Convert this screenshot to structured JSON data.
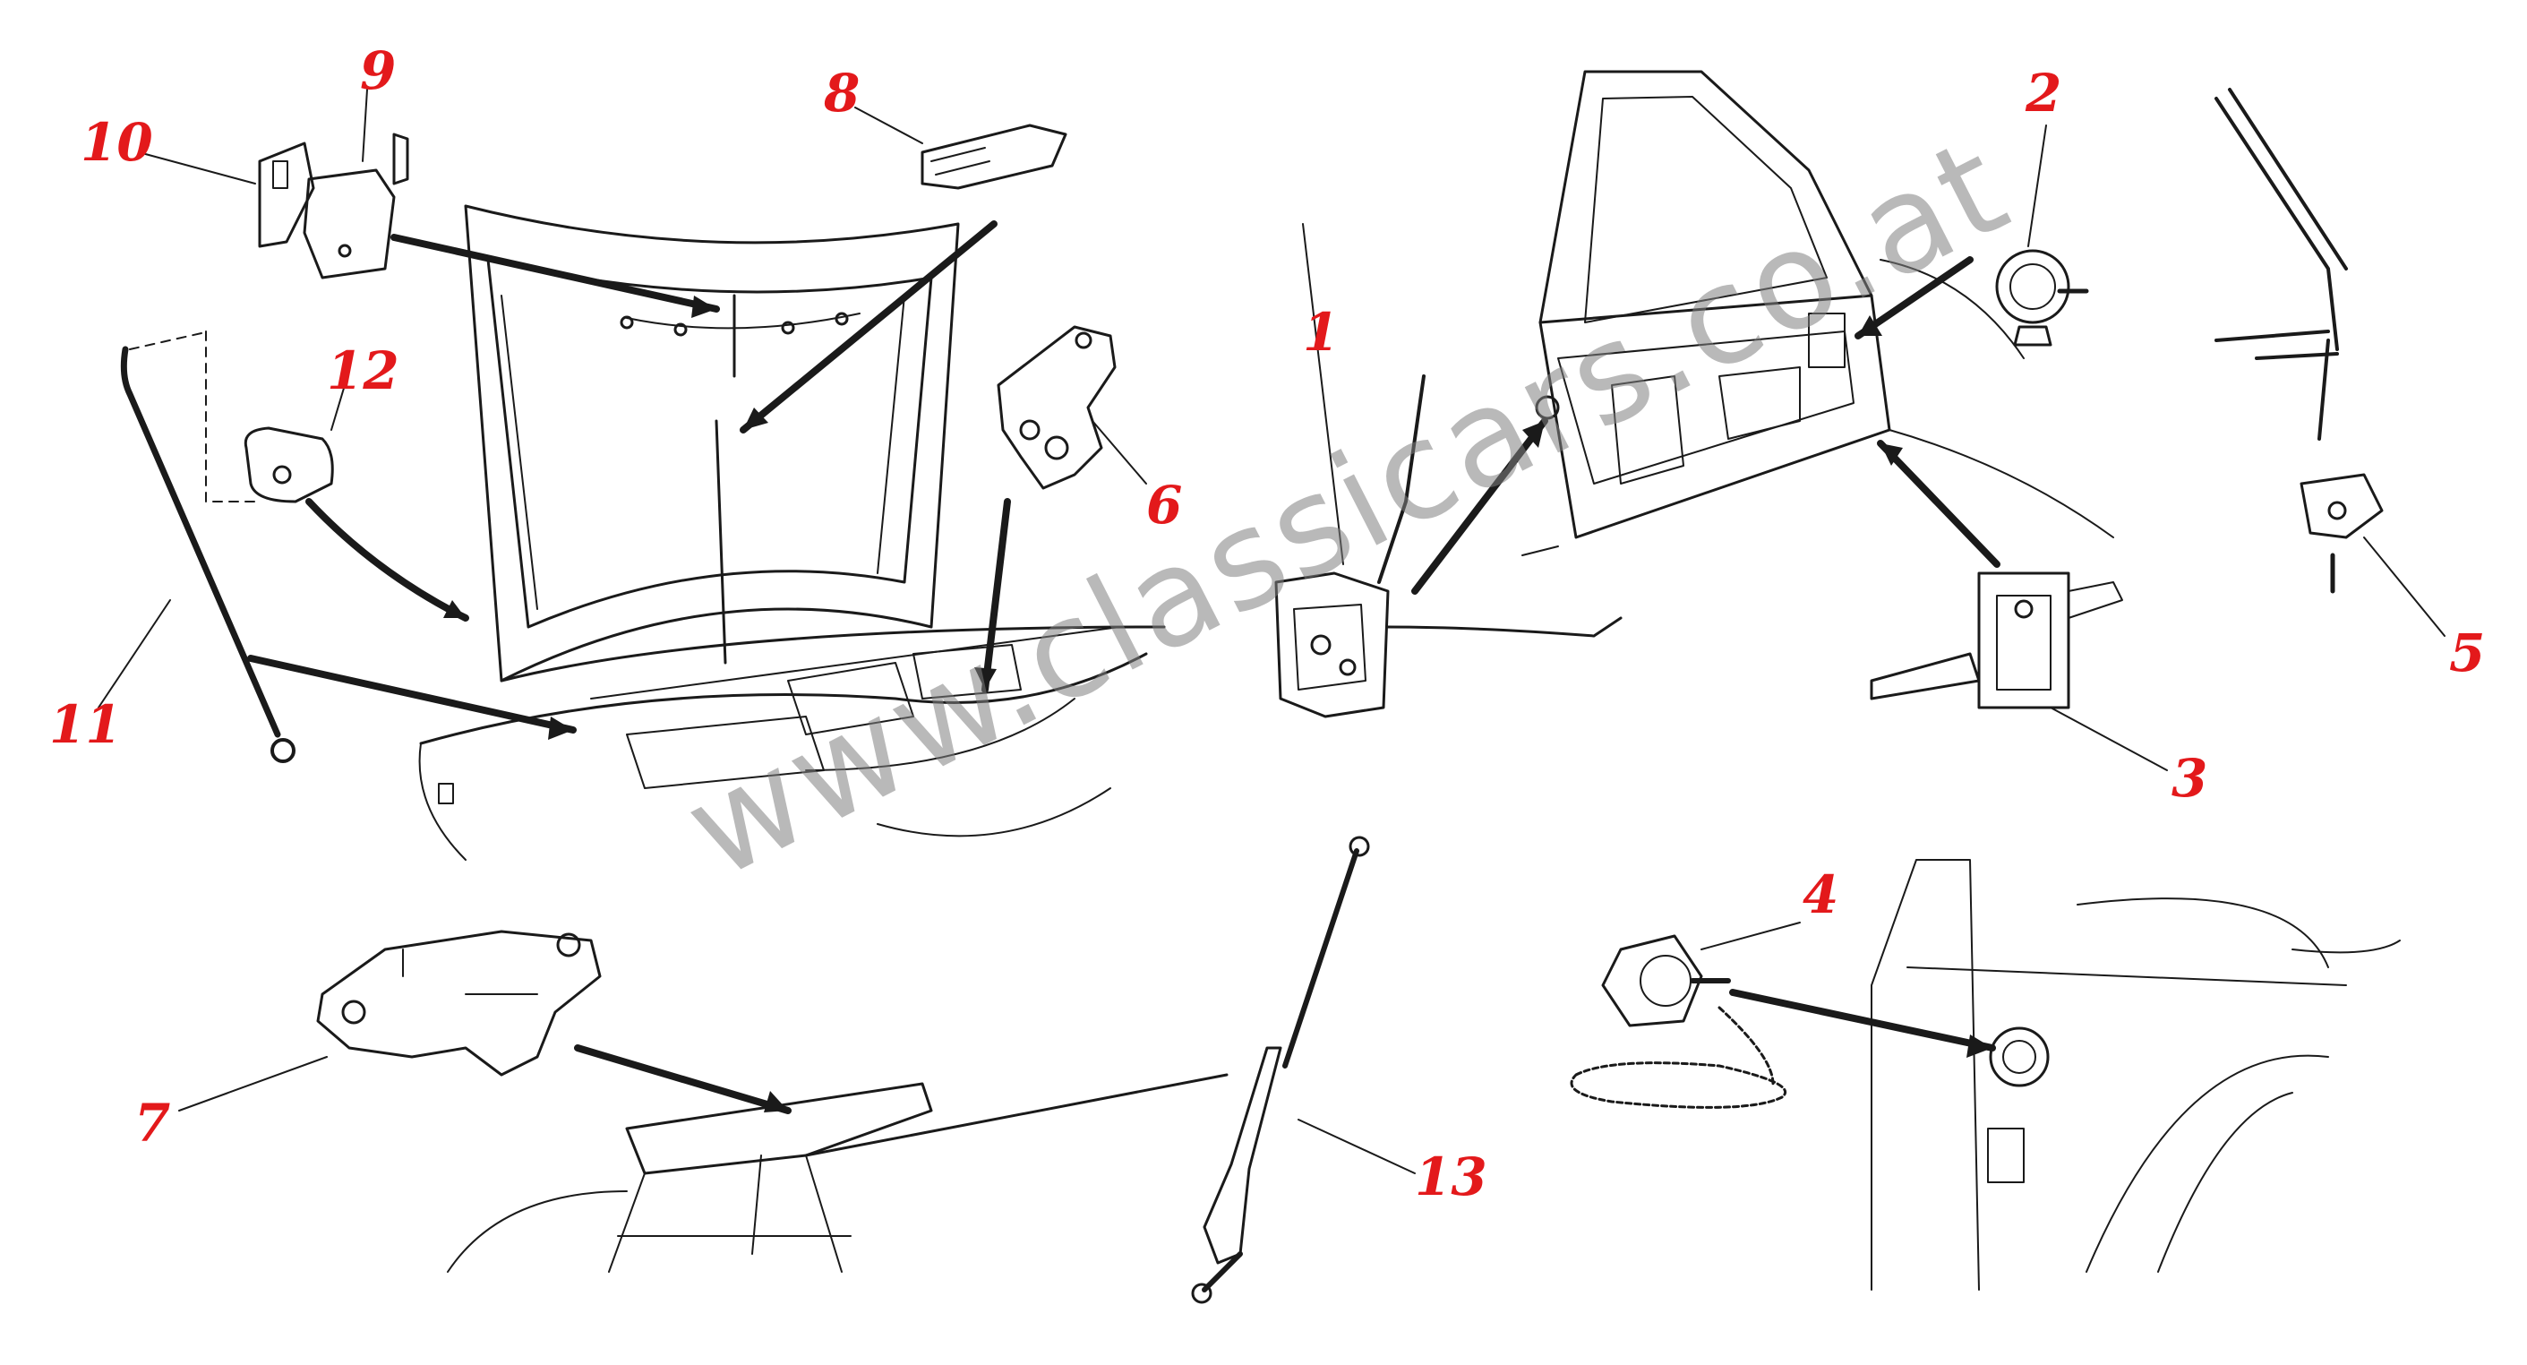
{
  "callouts": {
    "c1": "1",
    "c2": "2",
    "c3": "3",
    "c4": "4",
    "c5": "5",
    "c6": "6",
    "c7": "7",
    "c8": "8",
    "c9": "9",
    "c10": "10",
    "c11": "11",
    "c12": "12",
    "c13": "13"
  },
  "watermark": "www.classicars.co.at",
  "colors": {
    "callout": "#e3191b",
    "line": "#1a1a1a",
    "watermark": "#808080",
    "background": "#ffffff"
  }
}
